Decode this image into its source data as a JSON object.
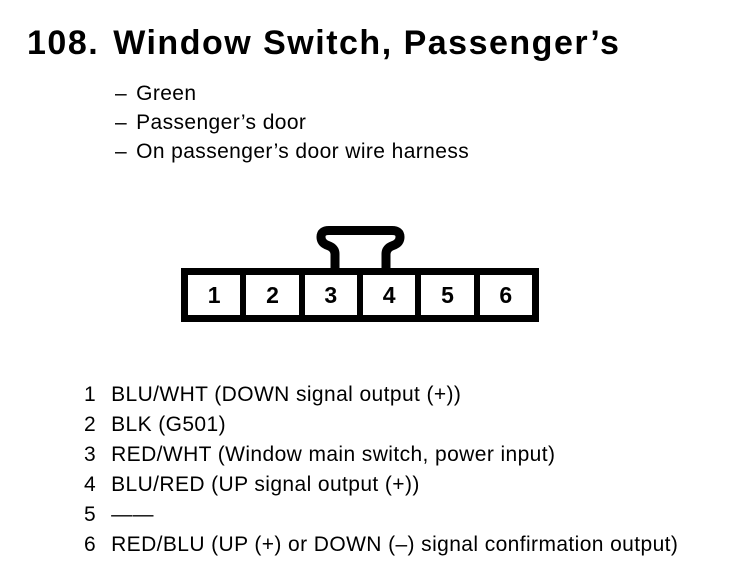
{
  "heading": {
    "number": "108.",
    "title": "Window Switch, Passenger’s"
  },
  "details": {
    "bullet_char": "–",
    "items": [
      "Green",
      "Passenger’s door",
      "On passenger’s door wire harness"
    ]
  },
  "connector": {
    "pins": [
      "1",
      "2",
      "3",
      "4",
      "5",
      "6"
    ]
  },
  "pinout": {
    "rows": [
      {
        "num": "1",
        "desc": "BLU/WHT (DOWN signal output (+))"
      },
      {
        "num": "2",
        "desc": "BLK (G501)"
      },
      {
        "num": "3",
        "desc": "RED/WHT (Window main switch, power input)"
      },
      {
        "num": "4",
        "desc": "BLU/RED (UP signal output (+))"
      },
      {
        "num": "5",
        "desc": "——"
      },
      {
        "num": "6",
        "desc": "RED/BLU (UP (+) or DOWN (–) signal confirmation output)"
      }
    ]
  },
  "colors": {
    "ink": "#000000",
    "paper": "#ffffff"
  }
}
